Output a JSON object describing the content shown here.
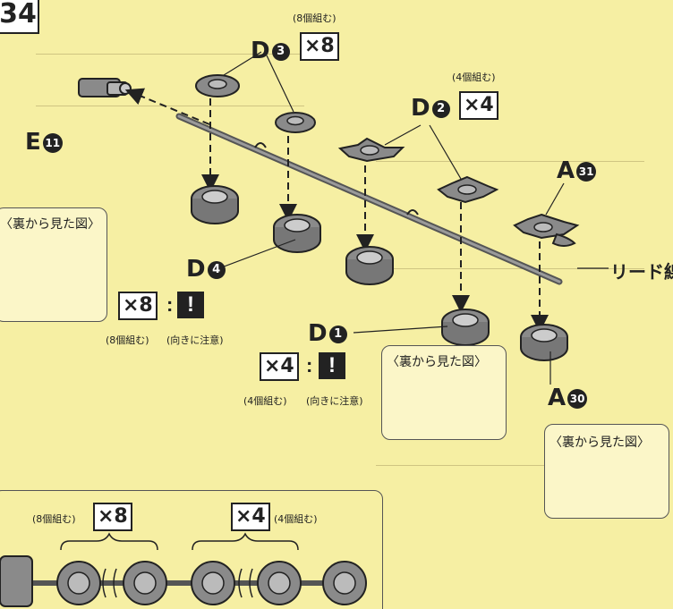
{
  "step_number": "34",
  "parts": {
    "d3": {
      "letter": "D",
      "num": "3",
      "note": "(8個組む)",
      "qty": "×8"
    },
    "d2": {
      "letter": "D",
      "num": "2",
      "note": "(4個組む)",
      "qty": "×4"
    },
    "e11": {
      "letter": "E",
      "num": "11"
    },
    "a31": {
      "letter": "A",
      "num": "31"
    },
    "d4": {
      "letter": "D",
      "num": "4"
    },
    "d1": {
      "letter": "D",
      "num": "1"
    },
    "a30": {
      "letter": "A",
      "num": "30"
    }
  },
  "lead_wire_label": "リード線",
  "view_from_back": "〈裏から見た図〉",
  "qty_blocks": {
    "d4": {
      "qty": "×8",
      "count_note": "(8個組む)",
      "caution_note": "(向きに注意)",
      "excl": "!"
    },
    "d1": {
      "qty": "×4",
      "count_note": "(4個組む)",
      "caution_note": "(向きに注意)",
      "excl": "!"
    }
  },
  "bottom_panel": {
    "left_note": "(8個組む)",
    "left_qty": "×8",
    "right_qty": "×4",
    "right_note": "(4個組む)"
  },
  "colors": {
    "background": "#f6efa3",
    "ink": "#222222",
    "part": "#7d7d7d"
  }
}
